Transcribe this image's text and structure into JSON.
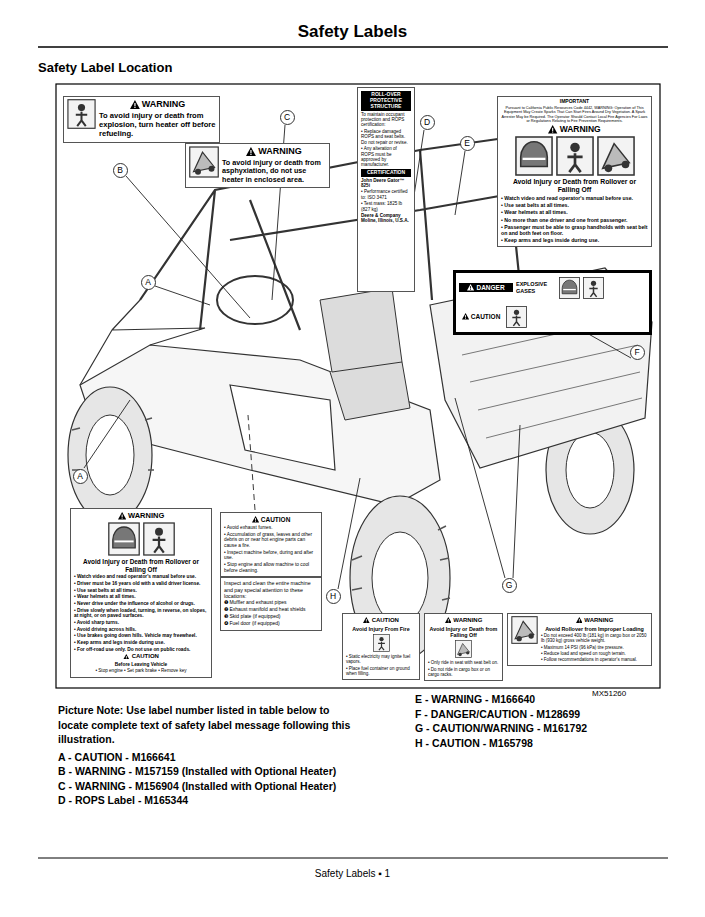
{
  "diagram": {
    "title": "Safety Labels",
    "nodes": [
      {
        "text": [
          "WARNING",
          "To avoid injury or death from explosion, turn heater off before refueling."
        ]
      },
      {
        "text": [
          "WARNING",
          "To avoid injury or death from asphyxiation, do not use heater in enclosed area."
        ]
      },
      {
        "text": [
          "ROLL-OVER PROTECTIVE STRUCTURE",
          "To maintain occupant protection and ROPS certification:",
          "• Replace damaged ROPS and seat belts. Do not repair or revise.",
          "• Any alteration of ROPS must be approved by manufacturer.",
          "CERTIFICATION",
          "John Deere Gator™ 825i",
          "• Performance certified to: ISO 3471",
          "• Test mass: 1825 lb (827 kg)",
          "Deere & Company Moline, Illinois, U.S.A."
        ]
      },
      {
        "text": [
          "IMPORTANT",
          "Pursuant to California Public Resources Code 4442, WARNING: Operation of This Equipment May Create Sparks That Can Start Fires Around Dry Vegetation. A Spark Arrester May be Required. The Operator Should Contact Local Fire Agencies For Laws or Regulations Relating to Fire Prevention Requirements.",
          "WARNING",
          "Avoid Injury or Death from Rollover or Falling Off",
          "• Watch video and read operator's manual before use.",
          "• Use seat belts at all times.",
          "• Wear helmets at all times.",
          "• No more than one driver and one front passenger.",
          "• Passenger must be able to grasp handholds with seat belt on and both feet on floor.",
          "• Keep arms and legs inside during use."
        ]
      },
      {
        "text": [
          "DANGER",
          "EXPLOSIVE GASES",
          "CAUTION"
        ]
      },
      {
        "text": [
          "WARNING",
          "Avoid Injury or Death from Rollover or Falling Off",
          "• Watch video and read operator's manual before use.",
          "• Driver must be 16 years old with a valid driver license.",
          "• Use seat belts at all times.",
          "• Wear helmets at all times.",
          "• Never drive under the influence of alcohol or drugs.",
          "• Drive slowly when loaded, turning, in reverse, on slopes, at night, or on paved surfaces.",
          "• Avoid sharp turns.",
          "• Avoid driving across hills.",
          "• Use brakes going down hills. Vehicle may freewheel.",
          "• Keep arms and legs inside during use.",
          "• For off-road use only. Do not use on public roads.",
          "CAUTION",
          "Before Leaving Vehicle",
          "• Stop engine • Set park brake • Remove key"
        ]
      },
      {
        "text": [
          "CAUTION",
          "• Avoid exhaust fumes.",
          "• Accumulation of grass, leaves and other debris on or near hot engine parts can cause a fire.",
          "• Inspect machine before, during and after use.",
          "• Stop engine and allow machine to cool before cleaning."
        ]
      },
      {
        "text": [
          "Inspect and clean the entire machine and pay special attention to these locations:",
          "❶ Muffler and exhaust pipes",
          "❷ Exhaust manifold and heat shields",
          "❸ Skid plate (if equipped)",
          "❹ Fuel door (if equipped)"
        ]
      },
      {
        "text": [
          "CAUTION",
          "Avoid Injury From Fire",
          "• Static electricity may ignite fuel vapors.",
          "• Place fuel container on ground when filling."
        ]
      },
      {
        "text": [
          "WARNING",
          "Avoid Injury or Death from Falling Off",
          "• Only ride in seat with seat belt on.",
          "• Do not ride in cargo box or on cargo racks."
        ]
      },
      {
        "text": [
          "WARNING",
          "Avoid Rollover from Improper Loading",
          "• Do not exceed 400 lb (181 kg) in cargo box or 2050 lb (930 kg) gross vehicle weight.",
          "• Maximum 14 PSI (96 kPa) tire pressure.",
          "• Reduce load and speed on rough terrain.",
          "• Follow recommendations in operator's manual."
        ]
      },
      {
        "text": [
          "A"
        ]
      },
      {
        "text": [
          "B"
        ]
      },
      {
        "text": [
          "C"
        ]
      },
      {
        "text": [
          "D"
        ]
      },
      {
        "text": [
          "E"
        ]
      },
      {
        "text": [
          "F"
        ]
      },
      {
        "text": [
          "A"
        ]
      },
      {
        "text": [
          "H"
        ]
      },
      {
        "text": [
          "G"
        ]
      }
    ],
    "labels": [
      "Safety Label Location",
      "MX51260",
      "Picture Note: Use label number listed in table below to locate complete text of safety label message following this illustration.",
      "A - CAUTION - M166641",
      "B - WARNING - M157159 (Installed with Optional Heater)",
      "C - WARNING - M156904 (Installed with Optional Heater)",
      "D - ROPS Label - M165344",
      "E - WARNING - M166640",
      "F - DANGER/CAUTION - M128699",
      "G - CAUTION/WARNING - M161792",
      "H - CAUTION - M165798",
      "Safety Labels ▪ 1"
    ]
  }
}
